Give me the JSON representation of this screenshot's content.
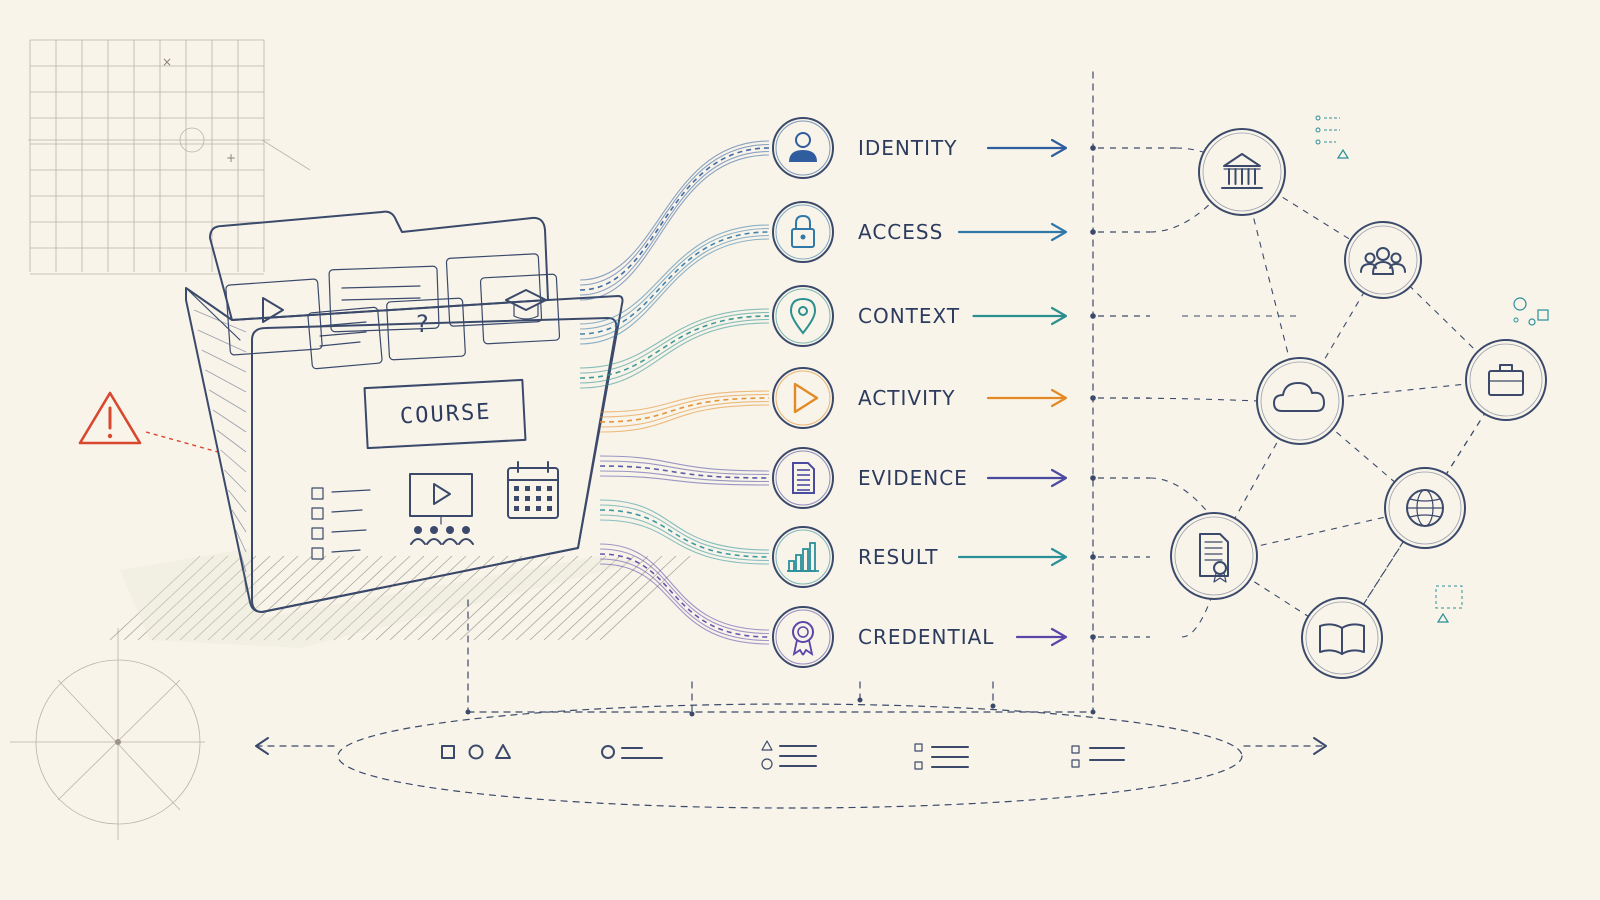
{
  "folder": {
    "label": "COURSE"
  },
  "flows": [
    {
      "id": "identity",
      "label": "IDENTITY",
      "color": "#2f5d9e",
      "icon": "person-icon"
    },
    {
      "id": "access",
      "label": "ACCESS",
      "color": "#2f78a8",
      "icon": "lock-icon"
    },
    {
      "id": "context",
      "label": "CONTEXT",
      "color": "#2b8f8f",
      "icon": "location-pin-icon"
    },
    {
      "id": "activity",
      "label": "ACTIVITY",
      "color": "#e38a25",
      "icon": "play-icon"
    },
    {
      "id": "evidence",
      "label": "EVIDENCE",
      "color": "#4a4aa0",
      "icon": "document-icon"
    },
    {
      "id": "result",
      "label": "RESULT",
      "color": "#2b8f9a",
      "icon": "bar-chart-icon"
    },
    {
      "id": "credential",
      "label": "CREDENTIAL",
      "color": "#5a45a8",
      "icon": "award-ribbon-icon"
    }
  ],
  "network_nodes": [
    {
      "id": "institution",
      "icon": "institution-icon"
    },
    {
      "id": "group",
      "icon": "group-icon"
    },
    {
      "id": "cloud",
      "icon": "cloud-icon"
    },
    {
      "id": "briefcase",
      "icon": "briefcase-icon"
    },
    {
      "id": "globe",
      "icon": "globe-icon"
    },
    {
      "id": "certificate",
      "icon": "certificate-icon"
    },
    {
      "id": "book",
      "icon": "book-icon"
    }
  ],
  "colors": {
    "ink": "#3b4a6b",
    "warning": "#d9472f",
    "background": "#f8f4ea"
  }
}
